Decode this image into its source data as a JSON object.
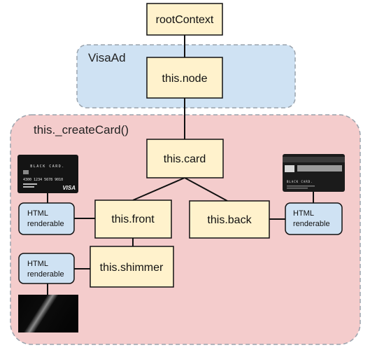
{
  "groups": {
    "visaad": {
      "label": "VisaAd"
    },
    "createcard": {
      "label": "this._createCard()"
    }
  },
  "nodes": {
    "root": "rootContext",
    "node": "this.node",
    "card": "this.card",
    "front": "this.front",
    "back": "this.back",
    "shimmer": "this.shimmer"
  },
  "html_renderables": {
    "front": [
      "HTML",
      "renderable"
    ],
    "back": [
      "HTML",
      "renderable"
    ],
    "shimmer": [
      "HTML",
      "renderable"
    ]
  },
  "images": {
    "front_card": {
      "title": "BLACK CARD.",
      "number": "4300 1234 5678 9010",
      "brand": "VISA"
    },
    "back_card": {
      "title": "BLACK CARD."
    }
  },
  "colors": {
    "visaad_fill": "#cfe2f3",
    "createcard_fill": "#f4cccc",
    "node_fill": "#fff2cc",
    "html_fill": "#cfe2f3"
  }
}
